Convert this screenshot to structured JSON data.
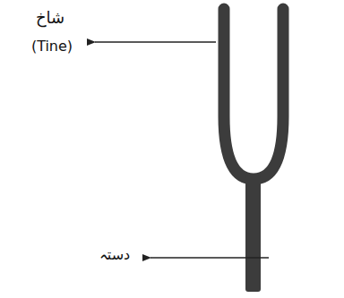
{
  "diagram": {
    "labels": [
      "شاخ",
      "(Tine)",
      "دستہ"
    ]
  }
}
